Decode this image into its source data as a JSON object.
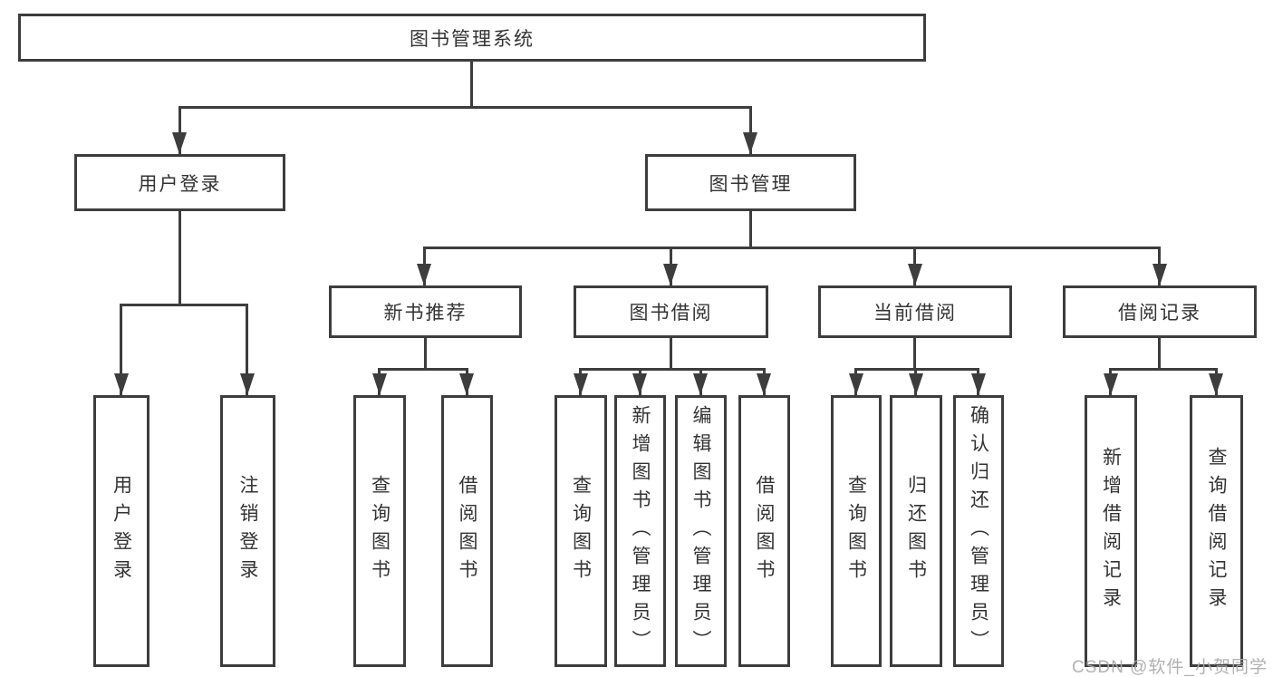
{
  "tree": {
    "root": {
      "label": "图书管理系统"
    },
    "branches": [
      {
        "label": "用户登录",
        "children": [
          {
            "label": "用户登录"
          },
          {
            "label": "注销登录"
          }
        ]
      },
      {
        "label": "图书管理",
        "children": [
          {
            "label": "新书推荐",
            "children": [
              {
                "label": "查询图书"
              },
              {
                "label": "借阅图书"
              }
            ]
          },
          {
            "label": "图书借阅",
            "children": [
              {
                "label": "查询图书"
              },
              {
                "label": "新增图书（管理员）"
              },
              {
                "label": "编辑图书（管理员）"
              },
              {
                "label": "借阅图书"
              }
            ]
          },
          {
            "label": "当前借阅",
            "children": [
              {
                "label": "查询图书"
              },
              {
                "label": "归还图书"
              },
              {
                "label": "确认归还（管理员）"
              }
            ]
          },
          {
            "label": "借阅记录",
            "children": [
              {
                "label": "新增借阅记录"
              },
              {
                "label": "查询借阅记录"
              }
            ]
          }
        ]
      }
    ]
  },
  "watermark": "CSDN @软件_小贺同学",
  "colors": {
    "line": "#3d3d3d",
    "text": "#333333",
    "watermark": "#a8a8a8",
    "background": "#ffffff"
  }
}
